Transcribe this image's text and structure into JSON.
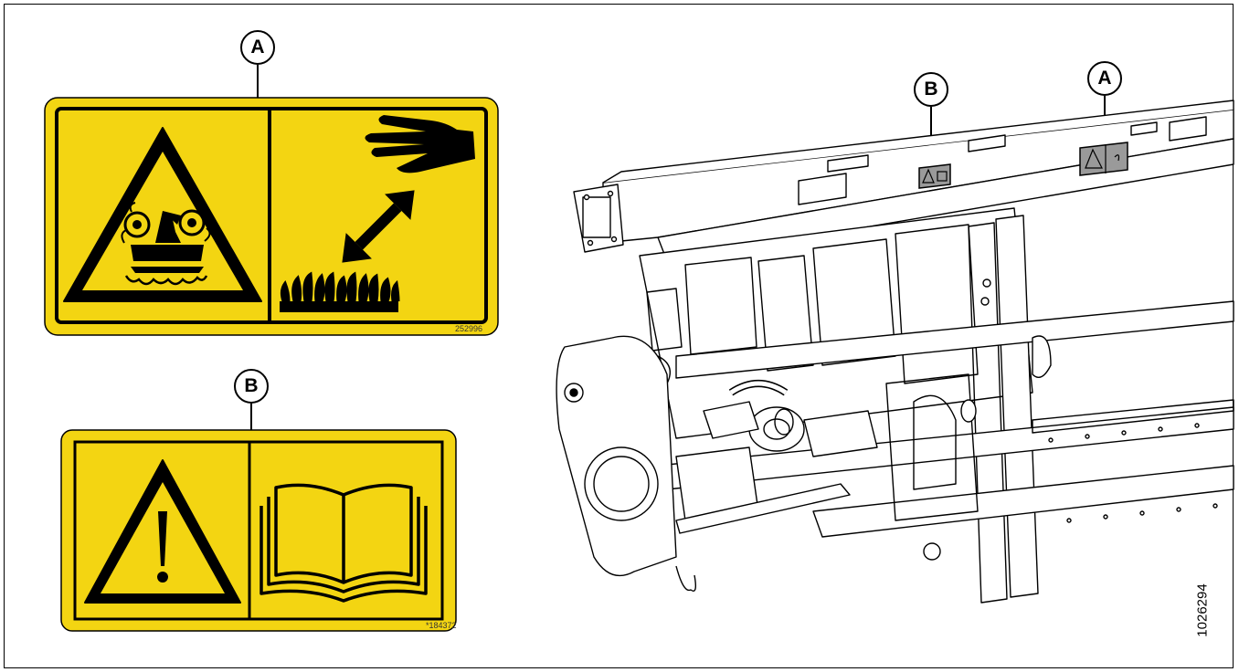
{
  "figure_id": "1026294",
  "callouts": {
    "decal_a": "A",
    "decal_b": "B",
    "machine_a": "A",
    "machine_b": "B"
  },
  "decal_a": {
    "part_number": "252996",
    "background_color": "#f3d512",
    "icons": [
      "entanglement-hazard-triangle-icon",
      "hand-icon",
      "double-arrow-icon",
      "crop-icon"
    ]
  },
  "decal_b": {
    "part_number": "*184372",
    "background_color": "#f3d512",
    "icons": [
      "warning-exclamation-triangle-icon",
      "operator-manual-book-icon"
    ]
  }
}
